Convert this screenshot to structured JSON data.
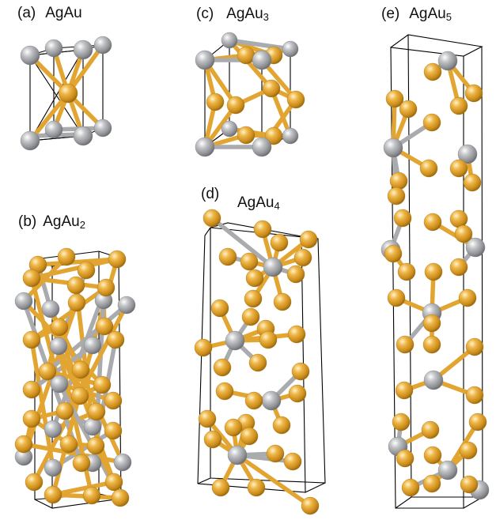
{
  "panels": [
    {
      "id": "a",
      "tag": "(a)",
      "formula": "AgAu",
      "sub": ""
    },
    {
      "id": "b",
      "tag": "(b)",
      "formula": "AgAu",
      "sub": "2"
    },
    {
      "id": "c",
      "tag": "(c)",
      "formula": "AgAu",
      "sub": "3"
    },
    {
      "id": "d",
      "tag": "(d)",
      "formula": "AgAu",
      "sub": "4"
    },
    {
      "id": "e",
      "tag": "(e)",
      "formula": "AgAu",
      "sub": "5"
    }
  ],
  "legend_colors": {
    "Ag": "#a9abae",
    "Au": "#e3a531",
    "cell_edge": "#000000"
  }
}
